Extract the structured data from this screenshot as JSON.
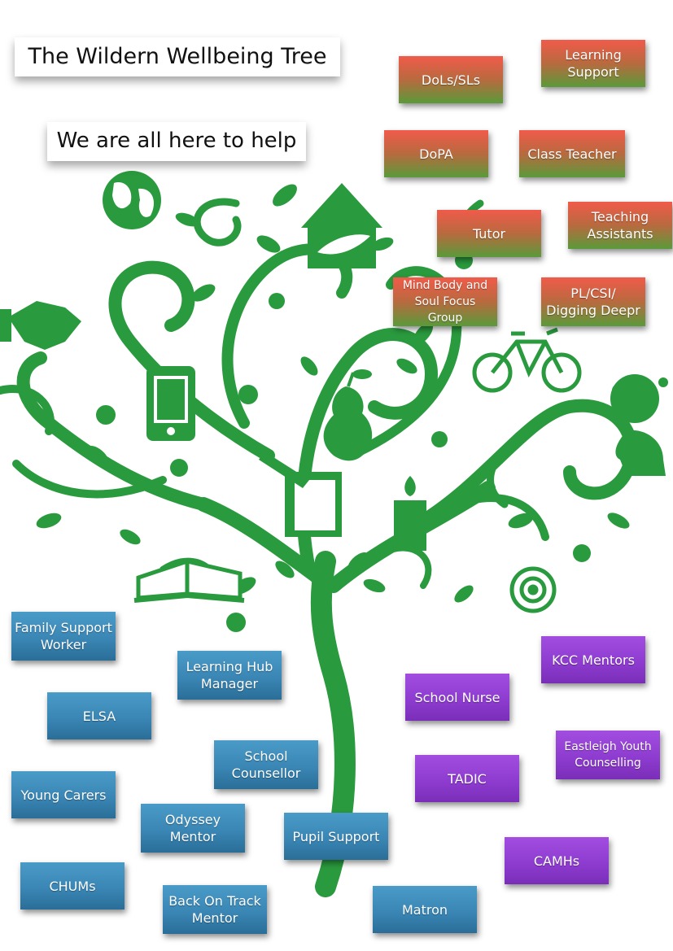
{
  "title": "The Wildern Wellbeing Tree",
  "subtitle": "We are all here to help",
  "colors": {
    "tree": "#2a9a3e",
    "staff_box": "#e8604a",
    "internal_box": "#3a8ac0",
    "external_box": "#9040d8"
  },
  "staff_boxes": [
    {
      "label": "DoLs/SLs"
    },
    {
      "label": "Learning Support"
    },
    {
      "label": "DoPA"
    },
    {
      "label": "Class Teacher"
    },
    {
      "label": "Tutor"
    },
    {
      "label": "Teaching Assistants"
    },
    {
      "label": "Mind Body and Soul Focus Group"
    },
    {
      "label": "PL/CSI/ Digging Deepr"
    }
  ],
  "internal_boxes": [
    {
      "label": "Family Support Worker"
    },
    {
      "label": "Learning Hub Manager"
    },
    {
      "label": "ELSA"
    },
    {
      "label": "School Counsellor"
    },
    {
      "label": "Young Carers"
    },
    {
      "label": "Odyssey Mentor"
    },
    {
      "label": "Pupil Support"
    },
    {
      "label": "CHUMs"
    },
    {
      "label": "Back On Track Mentor"
    },
    {
      "label": "Matron"
    }
  ],
  "external_boxes": [
    {
      "label": "KCC Mentors"
    },
    {
      "label": "School Nurse"
    },
    {
      "label": "Eastleigh Youth Counselling"
    },
    {
      "label": "TADIC"
    },
    {
      "label": "CAMHs"
    }
  ],
  "icons": [
    "globe-icon",
    "house-leaf-icon",
    "handshake-icon",
    "phone-icon",
    "pear-icon",
    "bicycle-icon",
    "head-tree-icon",
    "book-icon",
    "paper-pen-icon",
    "candle-icon",
    "flower-icon",
    "mandala-icon"
  ]
}
